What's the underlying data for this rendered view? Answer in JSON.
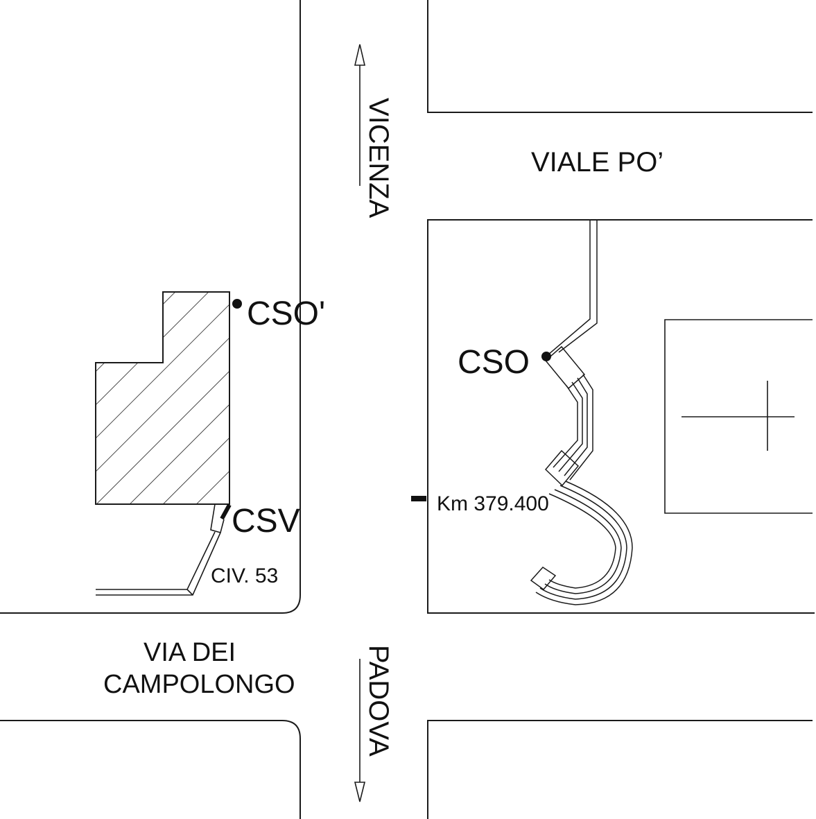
{
  "map": {
    "colors": {
      "ink": "#1a1a1a",
      "background": "#ffffff"
    },
    "streets": {
      "vicenza": "VICENZA",
      "viale_po": "VIALE PO’",
      "via_dei_line1": "VIA DEI",
      "via_dei_line2": "CAMPOLONGO",
      "padova": "PADOVA"
    },
    "points": {
      "cso_prime": "CSO'",
      "cso": "CSO",
      "csv": "CSV",
      "civ": "CIV. 53",
      "km_marker": "Km 379.400"
    },
    "symbols": [
      "direction-arrow-north",
      "direction-arrow-south",
      "hatched-building",
      "cross-marker",
      "curved-footpath"
    ]
  }
}
